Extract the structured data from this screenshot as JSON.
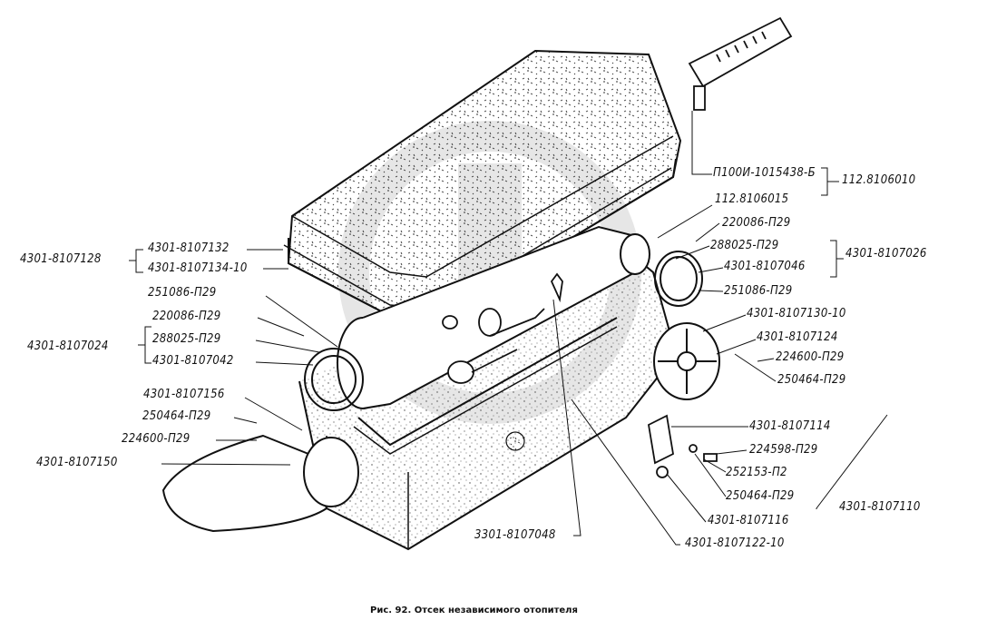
{
  "caption": "Рис. 92. Отсек независимого отопителя",
  "labels": {
    "l01": "П100И-1015438-Б",
    "l02": "112.8106010",
    "l03": "112.8106015",
    "l04": "220086-П29",
    "l05": "4301-8107132",
    "l06": "288025-П29",
    "l07": "4301-8107026",
    "l08": "4301-8107128",
    "l09": "4301-8107134-10",
    "l10": "4301-8107046",
    "l11": "251086-П29",
    "l12": "251086-П29",
    "l13": "4301-8107130-10",
    "l14": "220086-П29",
    "l15": "4301-8107124",
    "l16": "288025-П29",
    "l17": "4301-8107024",
    "l18": "224600-П29",
    "l19": "4301-8107042",
    "l20": "250464-П29",
    "l21": "4301-8107156",
    "l22": "4301-8107114",
    "l23": "250464-П29",
    "l24": "224598-П29",
    "l25": "224600-П29",
    "l26": "252153-П2",
    "l27": "4301-8107150",
    "l28": "250464-П29",
    "l29": "4301-8107110",
    "l30": "4301-8107116",
    "l31": "3301-8107048",
    "l32": "4301-8107122-10"
  }
}
